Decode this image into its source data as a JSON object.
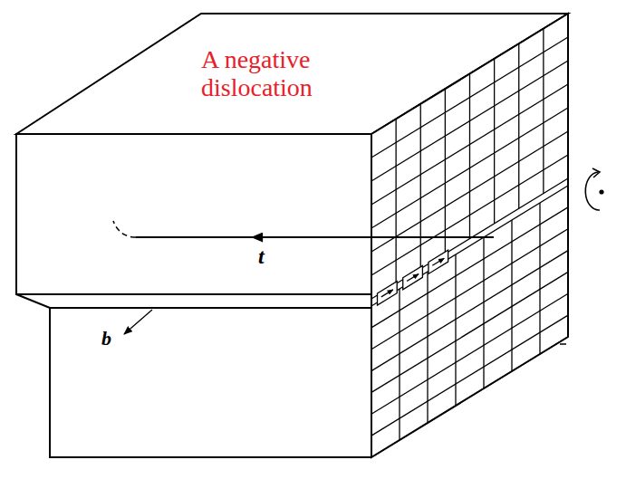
{
  "diagram": {
    "labels": [
      "A negative dislocation",
      "t",
      "b"
    ]
  }
}
